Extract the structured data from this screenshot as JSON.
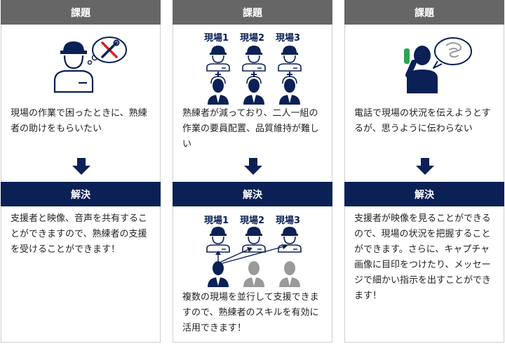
{
  "header_problem": "課題",
  "header_solution": "解決",
  "columns": [
    {
      "problem": "現場の作業で困ったときに、熟練者の助けをもらいたい",
      "solution": "支援者と映像、音声を共有することができますので、熟練者の支援を受けることができます！"
    },
    {
      "problem": "熟練者が減っており、二人一組の作業の要員配置、品質維持が難しい",
      "solution": "複数の現場を並行して支援できますので、熟練者のスキルを有効に活用できます！",
      "sites": [
        "現場1",
        "現場2",
        "現場3"
      ]
    },
    {
      "problem": "電話で現場の状況を伝えようとするが、思うように伝わらない",
      "solution": "支援者が映像を見ることができるので、現場の状況を把握することができます。さらに、キャプチャ画像に目印をつけたり、メッセージで細かい指示を出すことができます！"
    }
  ],
  "colors": {
    "problem_header": "#666666",
    "solution_header": "#0b2055",
    "navy": "#0b2055",
    "accent_red": "#d9231f",
    "phone_green": "#2ea44f",
    "inactive_gray": "#9a9a9a",
    "border": "#cfcfcf"
  },
  "icons": [
    "worker-icon",
    "tools-thought-icon",
    "down-arrow-icon",
    "expert-icon",
    "phone-caller-icon",
    "confused-thought-icon"
  ]
}
